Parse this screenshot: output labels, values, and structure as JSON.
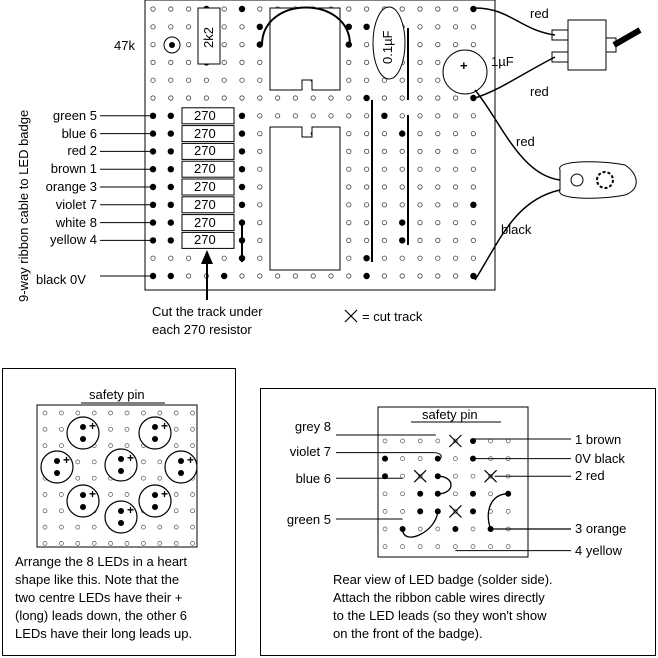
{
  "stripboard": {
    "side_caption": "9-way ribbon cable to LED badge",
    "wire_labels": [
      "green 5",
      "blue 6",
      "red 2",
      "brown 1",
      "orange 3",
      "violet 7",
      "white 8",
      "yellow 4"
    ],
    "ground_label": "black 0V",
    "resistor_value": "270",
    "resistor_2k2": "2k2",
    "pot_label": "47k",
    "cap_small_label": "0.1µF",
    "cap_electrolytic_label": "1µF",
    "cap_plus": "+",
    "cut_note_line1": "Cut the track under",
    "cut_note_line2": "each 270 resistor",
    "cut_legend": "= cut track",
    "switch_red_top": "red",
    "switch_red_bottom": "red",
    "battery_red": "red",
    "battery_black": "black"
  },
  "heart_panel": {
    "pin_label": "safety pin",
    "plus": "+",
    "description": [
      "Arrange the 8 LEDs in a heart",
      "shape like this.  Note that the",
      "two centre LEDs have their +",
      "(long) leads down, the other 6",
      "LEDs have their long leads up."
    ]
  },
  "rear_panel": {
    "pin_label": "safety pin",
    "left_labels": [
      "grey 8",
      "violet 7",
      "blue 6",
      "green 5"
    ],
    "right_labels": [
      "1 brown",
      "0V black",
      "2 red",
      "3 orange",
      "4 yellow"
    ],
    "description": [
      "Rear view of LED badge (solder side).",
      "Attach the ribbon cable wires directly",
      "to the LED leads (so they won't show",
      "on the front of the badge)."
    ]
  }
}
